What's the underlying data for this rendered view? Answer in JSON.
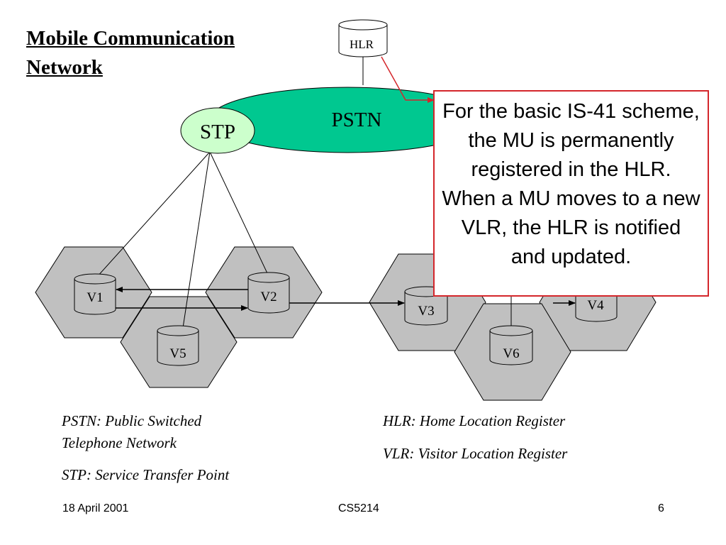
{
  "slide": {
    "title_line1": "Mobile Communication",
    "title_line2": "Network"
  },
  "diagram": {
    "hlr_label": "HLR",
    "pstn_label": "PSTN",
    "stp_label": "STP",
    "vlr_nodes": [
      "V1",
      "V2",
      "V3",
      "V4",
      "V5",
      "V6"
    ],
    "colors": {
      "pstn_fill": "#00c890",
      "stp_fill": "#ccffcc",
      "cell_fill": "#c0c0c0",
      "callout_border": "#d4262b"
    }
  },
  "callout": {
    "text": "For the basic IS-41 scheme, the MU is permanently registered in the HLR. When a MU moves to a new VLR, the HLR is notified and updated."
  },
  "legend": {
    "pstn": "PSTN: Public Switched Telephone Network",
    "stp": "STP: Service Transfer Point",
    "hlr": "HLR: Home Location Register",
    "vlr": "VLR: Visitor Location Register"
  },
  "footer": {
    "date": "18 April 2001",
    "course": "CS5214",
    "page": "6"
  }
}
